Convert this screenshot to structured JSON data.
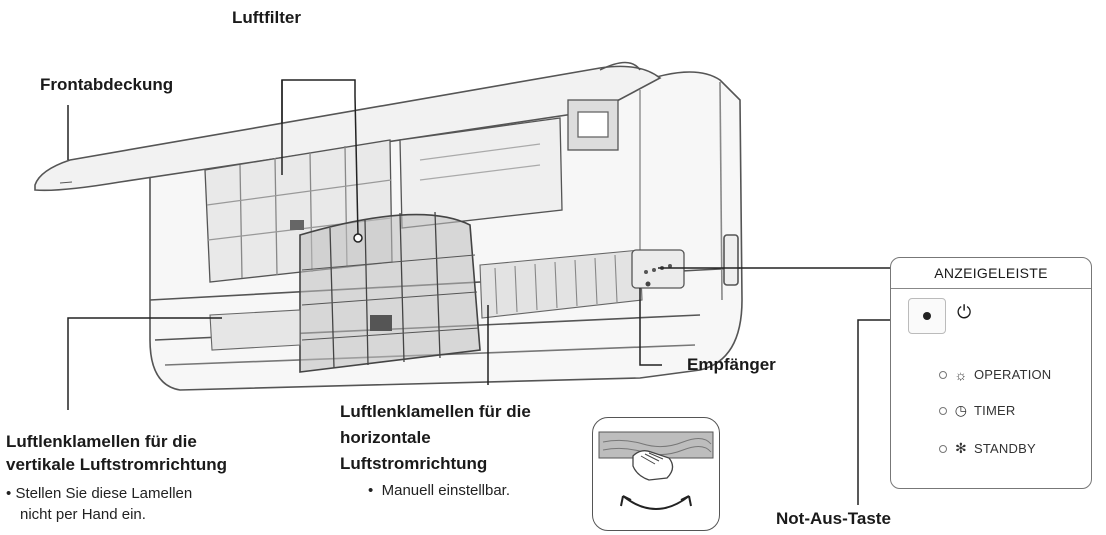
{
  "labels": {
    "air_filter": "Luftfilter",
    "front_cover": "Frontabdeckung",
    "receiver": "Empfänger",
    "emergency_button": "Not-Aus-Taste",
    "vertical_louvers_line1": "Luftlenklamellen für die",
    "vertical_louvers_line2": "vertikale Luftstromrichtung",
    "vertical_louvers_note_line1": "Stellen Sie diese Lamellen",
    "vertical_louvers_note_line2": "nicht per Hand ein.",
    "horizontal_louvers_line1": "Luftlenklamellen für die",
    "horizontal_louvers_line2": "horizontale",
    "horizontal_louvers_line3": "Luftstromrichtung",
    "horizontal_louvers_note": "Manuell  einstellbar."
  },
  "display_panel": {
    "title": "ANZEIGELEISTE",
    "power_symbol": "⏻",
    "indicators": [
      {
        "icon": "sun-icon",
        "symbol": "☼",
        "label": "OPERATION"
      },
      {
        "icon": "clock-icon",
        "symbol": "◷",
        "label": "TIMER"
      },
      {
        "icon": "fan-icon",
        "symbol": "✻",
        "label": "STANDBY"
      }
    ]
  },
  "bullet": "•"
}
